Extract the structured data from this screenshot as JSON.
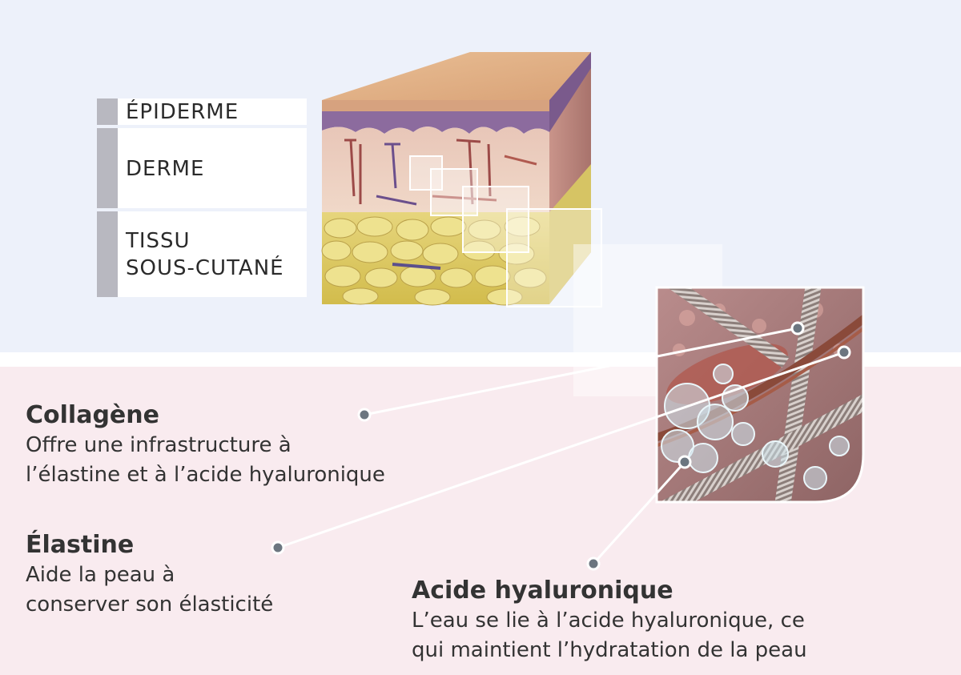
{
  "layers": {
    "epidermis": "ÉPIDERME",
    "dermis": "DERME",
    "subcutaneous_line1": "TISSU",
    "subcutaneous_line2": "SOUS-CUTANÉ"
  },
  "callouts": {
    "collagen": {
      "title": "Collagène",
      "desc": "Offre une infrastructure à\nl’élastine et à l’acide hyaluronique"
    },
    "elastin": {
      "title": "Élastine",
      "desc": "Aide la peau à\nconserver son élasticité"
    },
    "hyaluronic": {
      "title": "Acide hyaluronique",
      "desc": "L’eau se lie à l’acide hyaluronique, ce\nqui maintient l’hydratation de la peau"
    }
  },
  "colors": {
    "top_background": "#edf1fa",
    "bottom_background": "#f9ebef",
    "label_bar": "#b8b8c0",
    "text": "#333333",
    "pointer_dot": "#6c7680"
  }
}
